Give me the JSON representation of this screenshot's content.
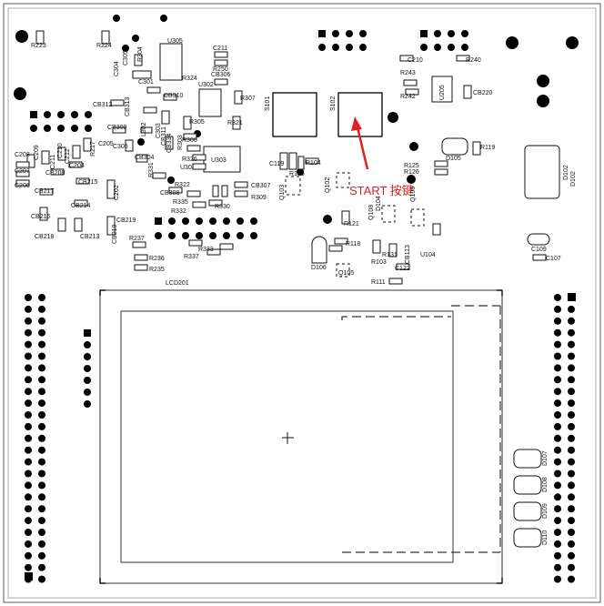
{
  "annotation": {
    "text": "START 按键",
    "color": "#e02020"
  },
  "lcd_label": "LCD201",
  "big_chips": {
    "u303": "U303",
    "u302": "U302",
    "u305": "U305",
    "u205": "U205",
    "u304": "U304",
    "u104": "U104"
  },
  "switches": {
    "s101": "S101",
    "s102": "S102"
  },
  "designators_horizontal": [
    "R223",
    "R224",
    "C211",
    "R250",
    "CB306",
    "R324",
    "C301",
    "CB310",
    "CB312",
    "CB309",
    "C306",
    "CB304",
    "R305",
    "R321",
    "R307",
    "R306",
    "C205",
    "C204",
    "CB208",
    "CB215",
    "CB217",
    "CB214",
    "C208",
    "C207",
    "C206",
    "CB216",
    "CB218",
    "CB213",
    "R337",
    "R333",
    "R236",
    "R235",
    "R237",
    "R322",
    "CB308",
    "R335",
    "R332",
    "R330",
    "R309",
    "CB307",
    "R326",
    "C210",
    "R240",
    "R243",
    "R242",
    "CB220",
    "R125",
    "R126",
    "D105",
    "R119",
    "C119",
    "R105",
    "R104",
    "R121",
    "R118",
    "R131",
    "R103",
    "C122",
    "R111",
    "D106",
    "Q105",
    "C109",
    "C107",
    "CB219"
  ],
  "designators_vertical": [
    "C304",
    "C305",
    "R304",
    "CB313",
    "CB311",
    "C303",
    "L302",
    "CB334",
    "R331",
    "R303",
    "R217",
    "C211",
    "C209",
    "C210",
    "C212",
    "C202",
    "CB219",
    "Q103",
    "Q102",
    "Q108",
    "D104",
    "Q106",
    "CB113",
    "D102",
    "D107",
    "D108",
    "D109",
    "D110"
  ]
}
